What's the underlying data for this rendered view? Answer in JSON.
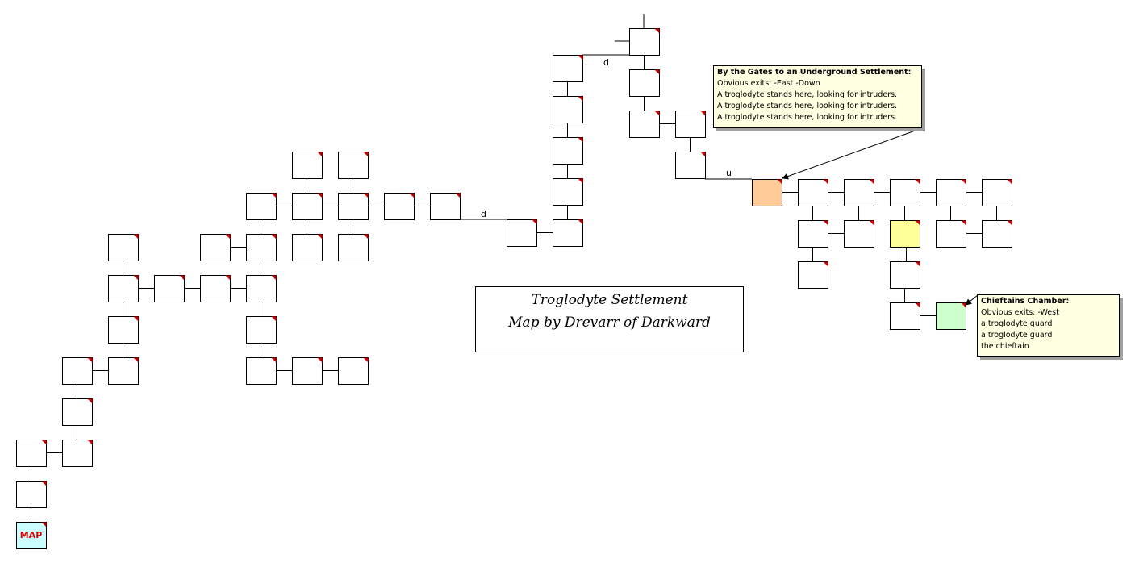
{
  "title": {
    "line1": "Troglodyte Settlement",
    "line2": "Map by Drevarr of Darkward"
  },
  "map_room_label": "MAP",
  "exit_labels": {
    "north_d": "d",
    "mid_d": "d",
    "east_u": "u"
  },
  "colors": {
    "map_room": "#ccffff",
    "gate_room": "#ffcc99",
    "current_room": "#ffff99",
    "chieftain_room": "#ccffcc",
    "corner_marker": "#cc0000",
    "note_background": "#ffffe1"
  },
  "notes": {
    "gates": {
      "title": "By the Gates to an Underground Settlement:",
      "lines": [
        "Obvious exits: -East -Down",
        "A troglodyte stands here, looking for intruders.",
        "A troglodyte stands here, looking for intruders.",
        "A troglodyte stands here, looking for intruders."
      ]
    },
    "chieftain": {
      "title": "Chieftains Chamber:",
      "lines": [
        "Obvious exits: -West",
        "a troglodyte guard",
        "a troglodyte guard",
        "the chieftain"
      ]
    }
  }
}
